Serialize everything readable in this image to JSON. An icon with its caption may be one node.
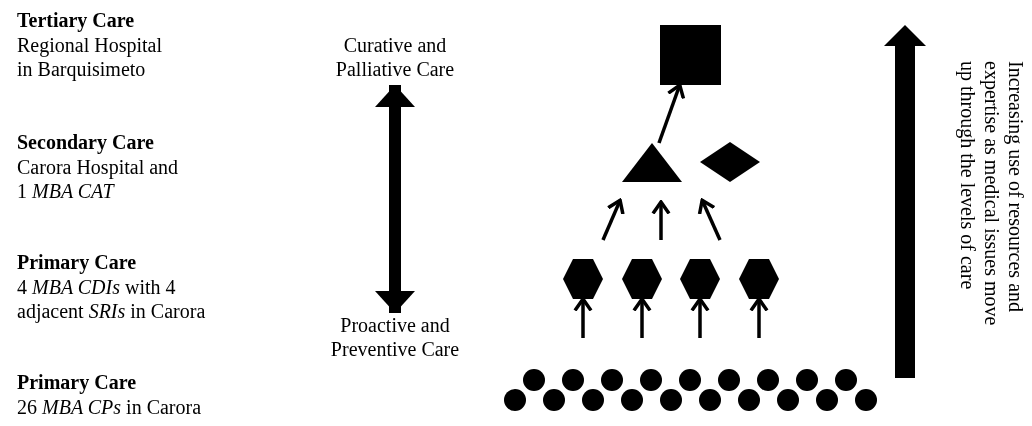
{
  "diagram": {
    "nodes": [
      {
        "text": [
          "Curative and Palliative Care"
        ]
      },
      {
        "text": [],
        "shape": "box"
      },
      {
        "text": [],
        "shape": "triangle"
      },
      {
        "text": [],
        "shape": "diamond"
      },
      {
        "text": [],
        "shape": "hexagon"
      },
      {
        "text": [],
        "shape": "hexagon"
      },
      {
        "text": [],
        "shape": "hexagon"
      },
      {
        "text": [],
        "shape": "hexagon"
      },
      {
        "text": [
          "Proactive and Preventive Care"
        ]
      },
      {
        "text": [],
        "shape": "circle"
      },
      {
        "text": [],
        "shape": "circle"
      },
      {
        "text": [],
        "shape": "circle"
      },
      {
        "text": [],
        "shape": "circle"
      },
      {
        "text": [],
        "shape": "circle"
      },
      {
        "text": [],
        "shape": "circle"
      },
      {
        "text": [],
        "shape": "circle"
      },
      {
        "text": [],
        "shape": "circle"
      },
      {
        "text": [],
        "shape": "circle"
      },
      {
        "text": [],
        "shape": "circle"
      },
      {
        "text": [],
        "shape": "circle"
      },
      {
        "text": [],
        "shape": "circle"
      },
      {
        "text": [],
        "shape": "circle"
      },
      {
        "text": [],
        "shape": "circle"
      },
      {
        "text": [],
        "shape": "circle"
      },
      {
        "text": [],
        "shape": "circle"
      },
      {
        "text": [],
        "shape": "circle"
      },
      {
        "text": [],
        "shape": "circle"
      },
      {
        "text": [],
        "shape": "circle"
      }
    ],
    "edges": [
      {
        "from": 0,
        "to": 8,
        "arrow": "both",
        "style": "thick"
      },
      {
        "from": 2,
        "to": 1,
        "arrow": "to"
      },
      {
        "from": null,
        "to": 2,
        "arrow": "to"
      },
      {
        "from": null,
        "to": 2,
        "arrow": "to"
      },
      {
        "from": null,
        "to": 2,
        "arrow": "to"
      },
      {
        "from": null,
        "to": 4,
        "arrow": "to"
      },
      {
        "from": null,
        "to": 5,
        "arrow": "to"
      },
      {
        "from": null,
        "to": 6,
        "arrow": "to"
      },
      {
        "from": null,
        "to": 7,
        "arrow": "to"
      }
    ],
    "labels": [
      "Tertiary Care",
      "Regional Hospital in Barquisimeto",
      "Secondary Care",
      "Carora Hospital and 1 *MBA CAT*",
      "Primary Care",
      "4 *MBA CDIs* with 4 adjacent *SRIs* in Carora",
      "Primary Care",
      "26 *MBA CPs* in Carora",
      "Increasing use of resources and expertise as medical issues move up through the levels of care"
    ]
  }
}
